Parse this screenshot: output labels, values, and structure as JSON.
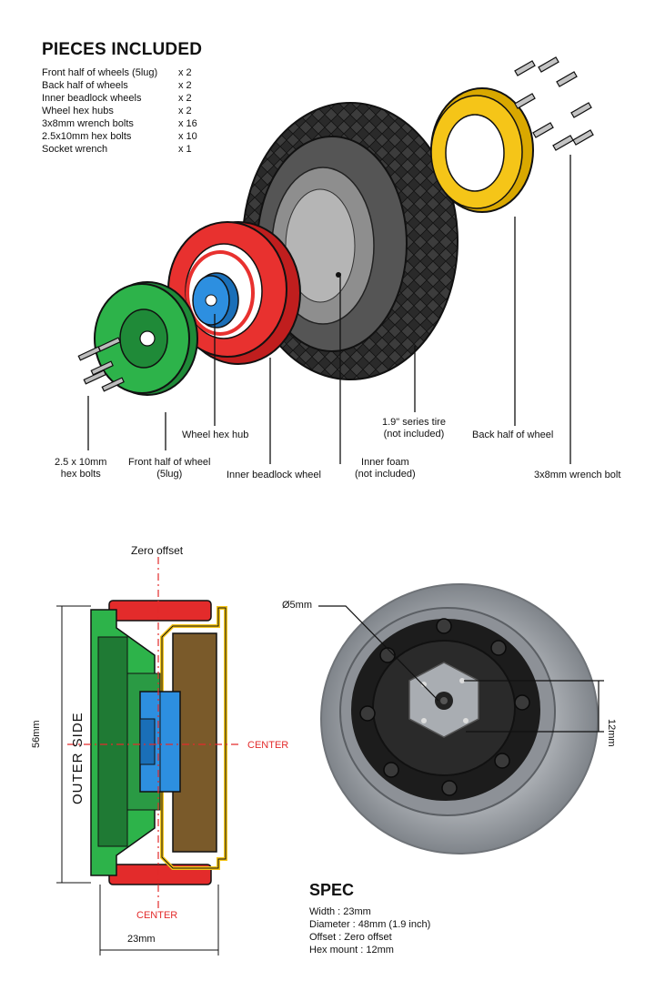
{
  "pieces": {
    "title": "PIECES INCLUDED",
    "items": [
      {
        "name": "Front half of wheels (5lug)",
        "qty": "x 2"
      },
      {
        "name": "Back half of wheels",
        "qty": "x 2"
      },
      {
        "name": "Inner beadlock wheels",
        "qty": "x 2"
      },
      {
        "name": "Wheel hex hubs",
        "qty": "x 2"
      },
      {
        "name": "3x8mm wrench bolts",
        "qty": "x 16"
      },
      {
        "name": "2.5x10mm hex bolts",
        "qty": "x 10"
      },
      {
        "name": "Socket wrench",
        "qty": "x 1"
      }
    ]
  },
  "callouts": {
    "hex_bolts": [
      "2.5 x 10mm",
      "hex bolts"
    ],
    "front_half": [
      "Front half of wheel",
      "(5lug)"
    ],
    "hex_hub": [
      "Wheel hex hub"
    ],
    "beadlock": [
      "Inner beadlock wheel"
    ],
    "foam": [
      "Inner foam",
      "(not included)"
    ],
    "tire": [
      "1.9\" series tire",
      "(not included)"
    ],
    "back_half": [
      "Back half of wheel"
    ],
    "wrench_bolt": [
      "3x8mm wrench bolt"
    ]
  },
  "cross_section": {
    "zero_offset": "Zero offset",
    "center_right": "CENTER",
    "center_bottom": "CENTER",
    "outer_side": "OUTER  SIDE",
    "height": "56mm",
    "width": "23mm"
  },
  "photo": {
    "diameter_hole": "Ø5mm",
    "hex_size": "12mm"
  },
  "spec": {
    "title": "SPEC",
    "lines": [
      "Width : 23mm",
      "Diameter : 48mm (1.9 inch)",
      "Offset : Zero offset",
      "Hex mount : 12mm"
    ]
  },
  "colors": {
    "front_half": "#2db34a",
    "beadlock": "#e8312f",
    "back_half": "#f5c518",
    "hub": "#2d8fe0",
    "tire": "#3a3a3a",
    "accent_red": "#e32b2b",
    "inner_brown": "#7a5a2a"
  }
}
